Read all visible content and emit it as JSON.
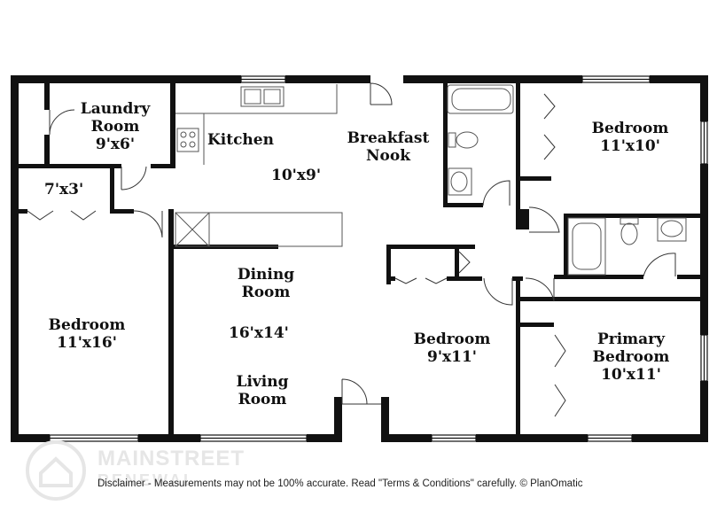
{
  "rooms": {
    "laundry": {
      "name": "Laundry Room",
      "name_line1": "Laundry",
      "name_line2": "Room",
      "size": "9'x6'"
    },
    "kitchen": {
      "name": "Kitchen"
    },
    "kitchen_size": {
      "size": "10'x9'"
    },
    "breakfast": {
      "name_line1": "Breakfast",
      "name_line2": "Nook"
    },
    "bedroom_ne": {
      "name": "Bedroom",
      "size": "11'x10'"
    },
    "closet": {
      "size": "7'x3'"
    },
    "bedroom_w": {
      "name": "Bedroom",
      "size": "11'x16'"
    },
    "dining": {
      "name_line1": "Dining",
      "name_line2": "Room"
    },
    "dining_living_size": {
      "size": "16'x14'"
    },
    "living": {
      "name_line1": "Living",
      "name_line2": "Room"
    },
    "bedroom_mid": {
      "name": "Bedroom",
      "size": "9'x11'"
    },
    "primary": {
      "name_line1": "Primary",
      "name_line2": "Bedroom",
      "size": "10'x11'"
    }
  },
  "disclaimer": "Disclaimer - Measurements may not be 100% accurate. Read \"Terms & Conditions\" carefully. © PlanOmatic",
  "watermark": {
    "line1": "MAINSTREET",
    "line2": "RENEWAL"
  },
  "colors": {
    "wall": "#111111",
    "fixture": "#555555",
    "watermark": "#e6e6e6"
  }
}
